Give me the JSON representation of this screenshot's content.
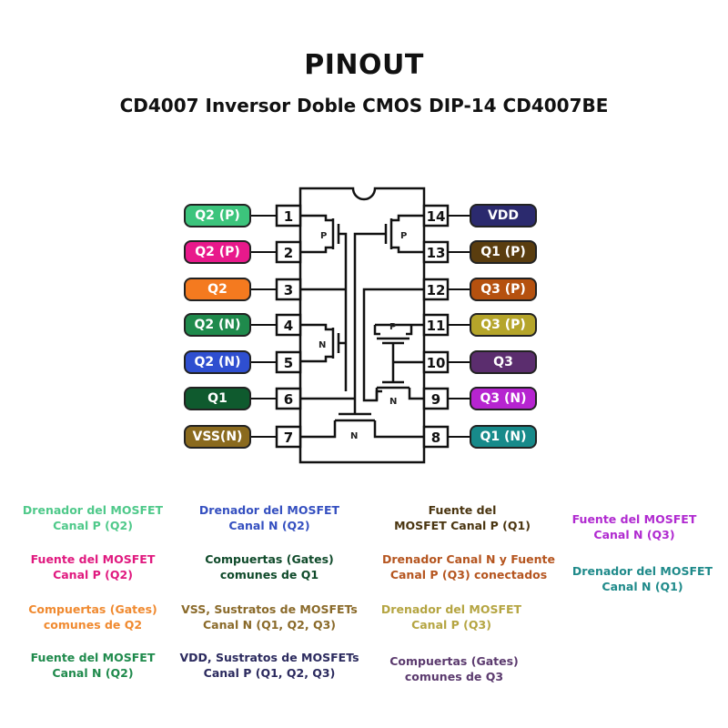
{
  "title": "PINOUT",
  "subtitle": "CD4007 Inversor Doble CMOS DIP-14 CD4007BE",
  "pins_left": [
    {
      "num": "1",
      "label": "Q2 (P)",
      "color": "#3cc47c"
    },
    {
      "num": "2",
      "label": "Q2 (P)",
      "color": "#e8198b"
    },
    {
      "num": "3",
      "label": "Q2",
      "color": "#f47a1f"
    },
    {
      "num": "4",
      "label": "Q2 (N)",
      "color": "#1f8a4c"
    },
    {
      "num": "5",
      "label": "Q2 (N)",
      "color": "#2f4fd0"
    },
    {
      "num": "6",
      "label": "Q1",
      "color": "#0f5a2e"
    },
    {
      "num": "7",
      "label": "VSS(N)",
      "color": "#8a6a1e"
    }
  ],
  "pins_right": [
    {
      "num": "14",
      "label": "VDD",
      "color": "#2b2a6e"
    },
    {
      "num": "13",
      "label": "Q1 (P)",
      "color": "#5a3d0f"
    },
    {
      "num": "12",
      "label": "Q3 (P)",
      "color": "#b5510f"
    },
    {
      "num": "11",
      "label": "Q3 (P)",
      "color": "#b5a52a"
    },
    {
      "num": "10",
      "label": "Q3",
      "color": "#5b2d6e"
    },
    {
      "num": "9",
      "label": "Q3 (N)",
      "color": "#b624d0"
    },
    {
      "num": "8",
      "label": "Q1 (N)",
      "color": "#178a8a"
    }
  ],
  "transistor_labels": {
    "p": "P",
    "n": "N"
  },
  "descriptions": [
    {
      "text": "Drenador del MOSFET\nCanal P (Q2)",
      "color": "#4fc98a"
    },
    {
      "text": "Fuente del MOSFET\nCanal P (Q2)",
      "color": "#e0197f"
    },
    {
      "text": "Compuertas (Gates)\ncomunes de Q2",
      "color": "#f08a30"
    },
    {
      "text": "Fuente del MOSFET\nCanal N (Q2)",
      "color": "#1f8a4c"
    },
    {
      "text": "Drenador del MOSFET\nCanal N (Q2)",
      "color": "#3550c0"
    },
    {
      "text": "Compuertas (Gates)\ncomunes de Q1",
      "color": "#0f4a2a"
    },
    {
      "text": "VSS, Sustratos de MOSFETs\nCanal N (Q1, Q2, Q3)",
      "color": "#8a6a2a"
    },
    {
      "text": "VDD, Sustratos de MOSFETs\nCanal P (Q1, Q2, Q3)",
      "color": "#2b2a5e"
    },
    {
      "text": "Fuente del\nMOSFET Canal P (Q1)",
      "color": "#4a3510"
    },
    {
      "text": "Drenador Canal N y Fuente\nCanal P (Q3) conectados",
      "color": "#b5551f"
    },
    {
      "text": "Drenador del MOSFET\nCanal P (Q3)",
      "color": "#b5a542"
    },
    {
      "text": "Compuertas (Gates)\ncomunes de Q3",
      "color": "#5b3a6e"
    },
    {
      "text": "Fuente del MOSFET\nCanal N (Q3)",
      "color": "#b02ad0"
    },
    {
      "text": "Drenador del MOSFET\nCanal N (Q1)",
      "color": "#1f8a8a"
    }
  ]
}
